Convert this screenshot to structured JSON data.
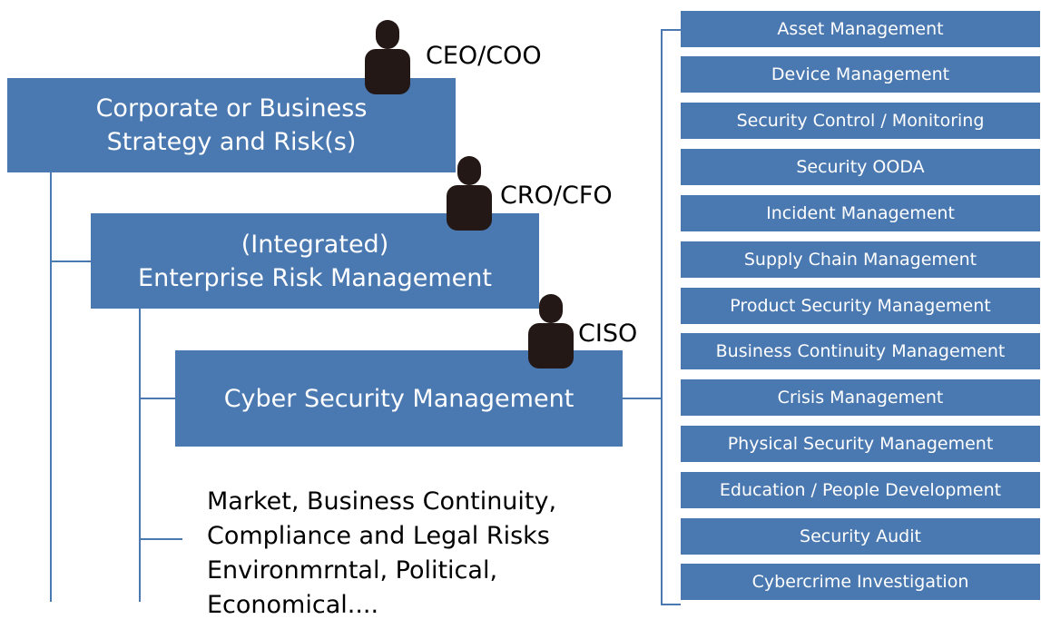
{
  "corporate": {
    "line1": "Corporate or Business",
    "line2": "Strategy and Risk(s)",
    "role": "CEO/COO"
  },
  "erm": {
    "line1": "(Integrated)",
    "line2": "Enterprise Risk Management",
    "role": "CRO/CFO"
  },
  "csm": {
    "label": "Cyber Security Management",
    "role": "CISO"
  },
  "other_risks": [
    "Market, Business Continuity,",
    "Compliance and Legal Risks",
    "Environmrntal, Political,",
    "Economical...."
  ],
  "functions": [
    "Asset Management",
    "Device Management",
    "Security Control / Monitoring",
    "Security OODA",
    "Incident Management",
    "Supply Chain Management",
    "Product Security Management",
    "Business Continuity Management",
    "Crisis Management",
    "Physical Security Management",
    "Education / People Development",
    "Security Audit",
    "Cybercrime Investigation"
  ],
  "colors": {
    "box": "#4a78b0",
    "person": "#231815"
  },
  "icons": [
    "person-icon"
  ]
}
